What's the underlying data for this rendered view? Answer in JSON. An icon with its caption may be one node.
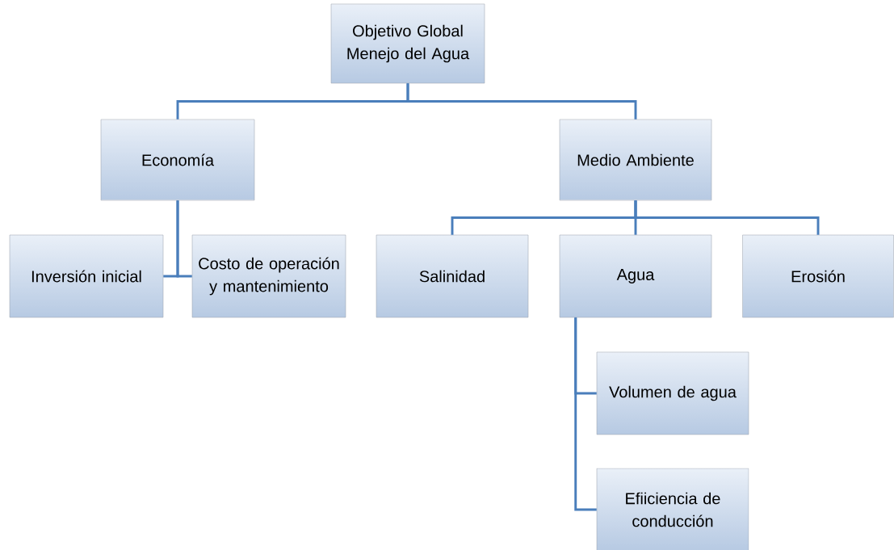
{
  "diagram": {
    "nodes": [
      {
        "text": [
          "Objetivo Global Menejo del Agua"
        ]
      },
      {
        "text": [
          "Economía"
        ]
      },
      {
        "text": [
          "Medio Ambiente"
        ]
      },
      {
        "text": [
          "Inversión inicial"
        ]
      },
      {
        "text": [
          "Costo de operación y mantenimiento"
        ]
      },
      {
        "text": [
          "Salinidad"
        ]
      },
      {
        "text": [
          "Agua"
        ]
      },
      {
        "text": [
          "Erosión"
        ]
      },
      {
        "text": [
          "Volumen de agua"
        ]
      },
      {
        "text": [
          "Efiiciencia de conducción"
        ]
      }
    ],
    "edges": [
      {
        "from": 0,
        "to": 1,
        "arrow": "none"
      },
      {
        "from": 0,
        "to": 2,
        "arrow": "none"
      },
      {
        "from": 1,
        "to": 3,
        "arrow": "none"
      },
      {
        "from": 1,
        "to": 4,
        "arrow": "none"
      },
      {
        "from": 2,
        "to": 5,
        "arrow": "none"
      },
      {
        "from": 2,
        "to": 6,
        "arrow": "none"
      },
      {
        "from": 2,
        "to": 7,
        "arrow": "none"
      },
      {
        "from": 6,
        "to": 8,
        "arrow": "none"
      },
      {
        "from": 6,
        "to": 9,
        "arrow": "none"
      }
    ]
  }
}
